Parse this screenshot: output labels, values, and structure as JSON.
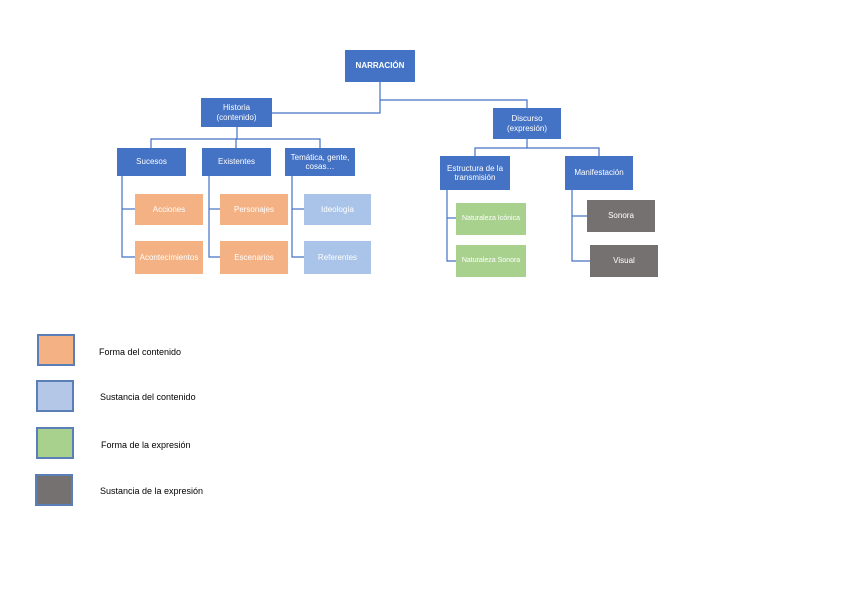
{
  "nodes": {
    "narracion": "NARRACIÓN",
    "historia_l1": "Historia",
    "historia_l2": "(contenido)",
    "discurso_l1": "Discurso",
    "discurso_l2": "(expresión)",
    "sucesos": "Sucesos",
    "existentes": "Existentes",
    "tematica": "Temática, gente, cosas…",
    "acciones": "Acciones",
    "acontecimientos": "Acontecimientos",
    "personajes": "Personajes",
    "escenarios": "Escenarios",
    "ideologia": "Ideología",
    "referentes": "Referentes",
    "estructura": "Estructura de la transmisión",
    "manifestacion": "Manifestación",
    "nat_iconica": "Naturaleza Icónica",
    "nat_sonora": "Naturaleza Sonora",
    "sonora": "Sonora",
    "visual": "Visual"
  },
  "legend": [
    {
      "label": "Forma del contenido",
      "color": "#f4b183"
    },
    {
      "label": "Sustancia del contenido",
      "color": "#b4c7e7"
    },
    {
      "label": "Forma de la expresión",
      "color": "#a9d18e"
    },
    {
      "label": "Sustancia de la expresión",
      "color": "#767171"
    }
  ],
  "colors": {
    "node_primary": "#4472c4",
    "connector": "#4472c4"
  }
}
